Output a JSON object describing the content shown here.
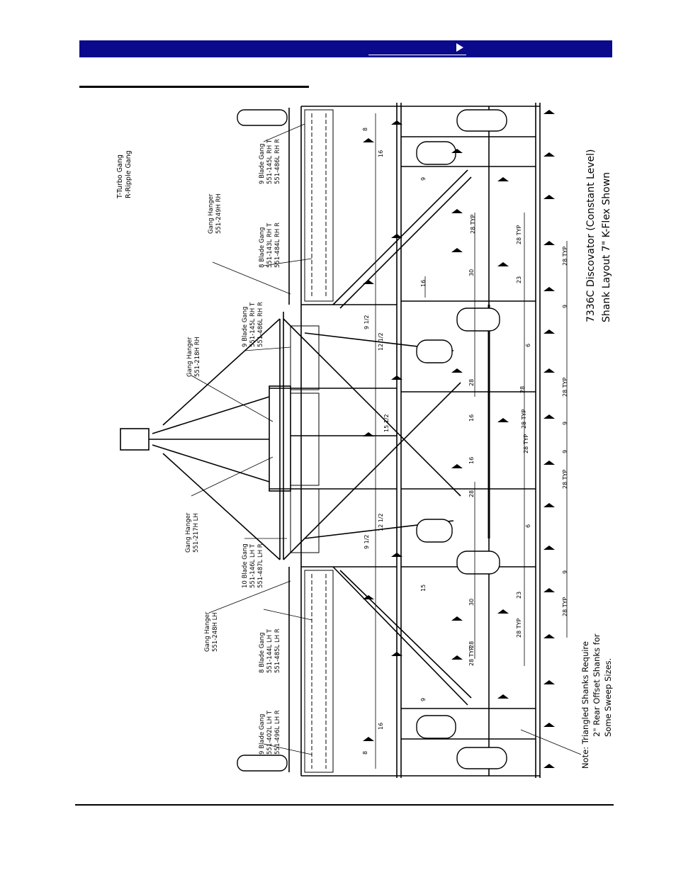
{
  "header": {
    "bar_color": "#0b0a8c",
    "link_icon": "next-arrow-icon"
  },
  "drawing": {
    "title": [
      "7336C Discovator (Constant Level)",
      "Shank Layout 7\"   K-Flex Shown"
    ],
    "legend": [
      "T-Turbo Gang",
      "R-Ripple Gang"
    ],
    "note": [
      "Note:  Triangled Shanks Require",
      "2\" Rear Offset Shanks for",
      "Some Sweep Sizes."
    ],
    "callouts": [
      [
        "9 Blade Gang",
        "551-145L RH T",
        "551-486L RH R"
      ],
      [
        "Gang Hanger",
        "551-249H RH"
      ],
      [
        "8 Blade Gang",
        "551-143L RH T",
        "551-484L RH R"
      ],
      [
        "9 Blade Gang",
        "551-145L RH T",
        "551-486L RH R"
      ],
      [
        "Gang Hanger",
        "551-218H RH"
      ],
      [
        "Gang Hanger",
        "551-217H LH"
      ],
      [
        "10 Blade Gang",
        "551-146L LH T",
        "551-487L LH R"
      ],
      [
        "Gang Hanger",
        "551-248H LH"
      ],
      [
        "8 Blade Gang",
        "551-144L LH T",
        "551-485L LH R"
      ],
      [
        "9 Blade Gang",
        "551-402L LH T",
        "551-496L LH R"
      ]
    ],
    "dimensions": [
      "8",
      "16",
      "9",
      "28 TYP",
      "28 TYP",
      "30",
      "16",
      "23",
      "28 TYP",
      "9",
      "9 1/2",
      "12 1/2",
      "6",
      "28",
      "16",
      "28 TYP",
      "9",
      "28 TYP",
      "15 1/2",
      "16",
      "28",
      "28 TYP",
      "9",
      "28 TYP",
      "28",
      "12 1/2",
      "9 1/2",
      "6",
      "9",
      "15",
      "23",
      "30",
      "28 TYP",
      "28 TYP",
      "28",
      "28 TYP",
      "9",
      "16",
      "8"
    ]
  }
}
